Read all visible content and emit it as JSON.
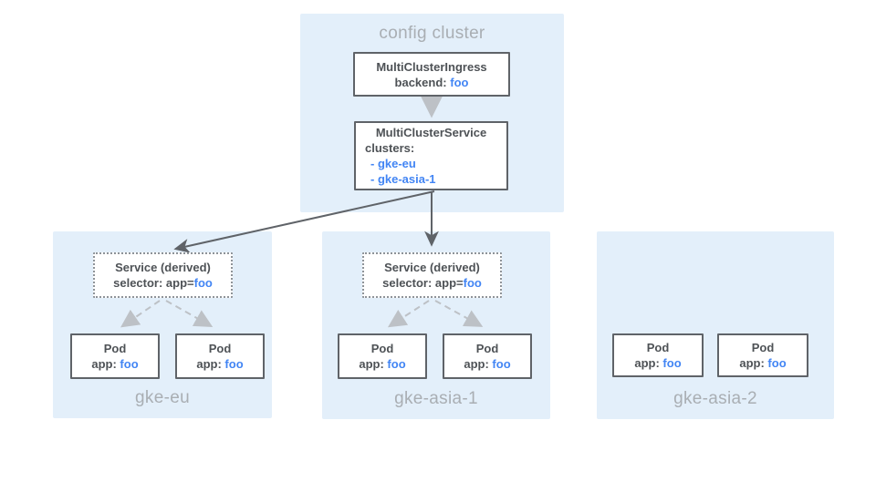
{
  "colors": {
    "cluster_bg": "#E3EFFA",
    "box_border": "#5F6368",
    "text_dark": "#4E5256",
    "text_blue": "#4285F4",
    "text_muted": "#A9AEB3",
    "arrow_dark": "#5F6368",
    "arrow_light": "#BDC1C6"
  },
  "config_cluster": {
    "title": "config cluster",
    "multi_cluster_ingress": {
      "name": "MultiClusterIngress",
      "backend_label": "backend:",
      "backend_value": "foo"
    },
    "multi_cluster_service": {
      "name": "MultiClusterService",
      "clusters_label": "clusters:",
      "cluster_items": [
        "- gke-eu",
        "- gke-asia-1"
      ]
    }
  },
  "clusters": [
    {
      "name": "gke-eu",
      "service": {
        "title": "Service (derived)",
        "selector_label": "selector: app=",
        "selector_value": "foo"
      },
      "pods": [
        {
          "title": "Pod",
          "app_label": "app:",
          "app_value": "foo"
        },
        {
          "title": "Pod",
          "app_label": "app:",
          "app_value": "foo"
        }
      ]
    },
    {
      "name": "gke-asia-1",
      "service": {
        "title": "Service (derived)",
        "selector_label": "selector: app=",
        "selector_value": "foo"
      },
      "pods": [
        {
          "title": "Pod",
          "app_label": "app:",
          "app_value": "foo"
        },
        {
          "title": "Pod",
          "app_label": "app:",
          "app_value": "foo"
        }
      ]
    },
    {
      "name": "gke-asia-2",
      "pods": [
        {
          "title": "Pod",
          "app_label": "app:",
          "app_value": "foo"
        },
        {
          "title": "Pod",
          "app_label": "app:",
          "app_value": "foo"
        }
      ]
    }
  ]
}
